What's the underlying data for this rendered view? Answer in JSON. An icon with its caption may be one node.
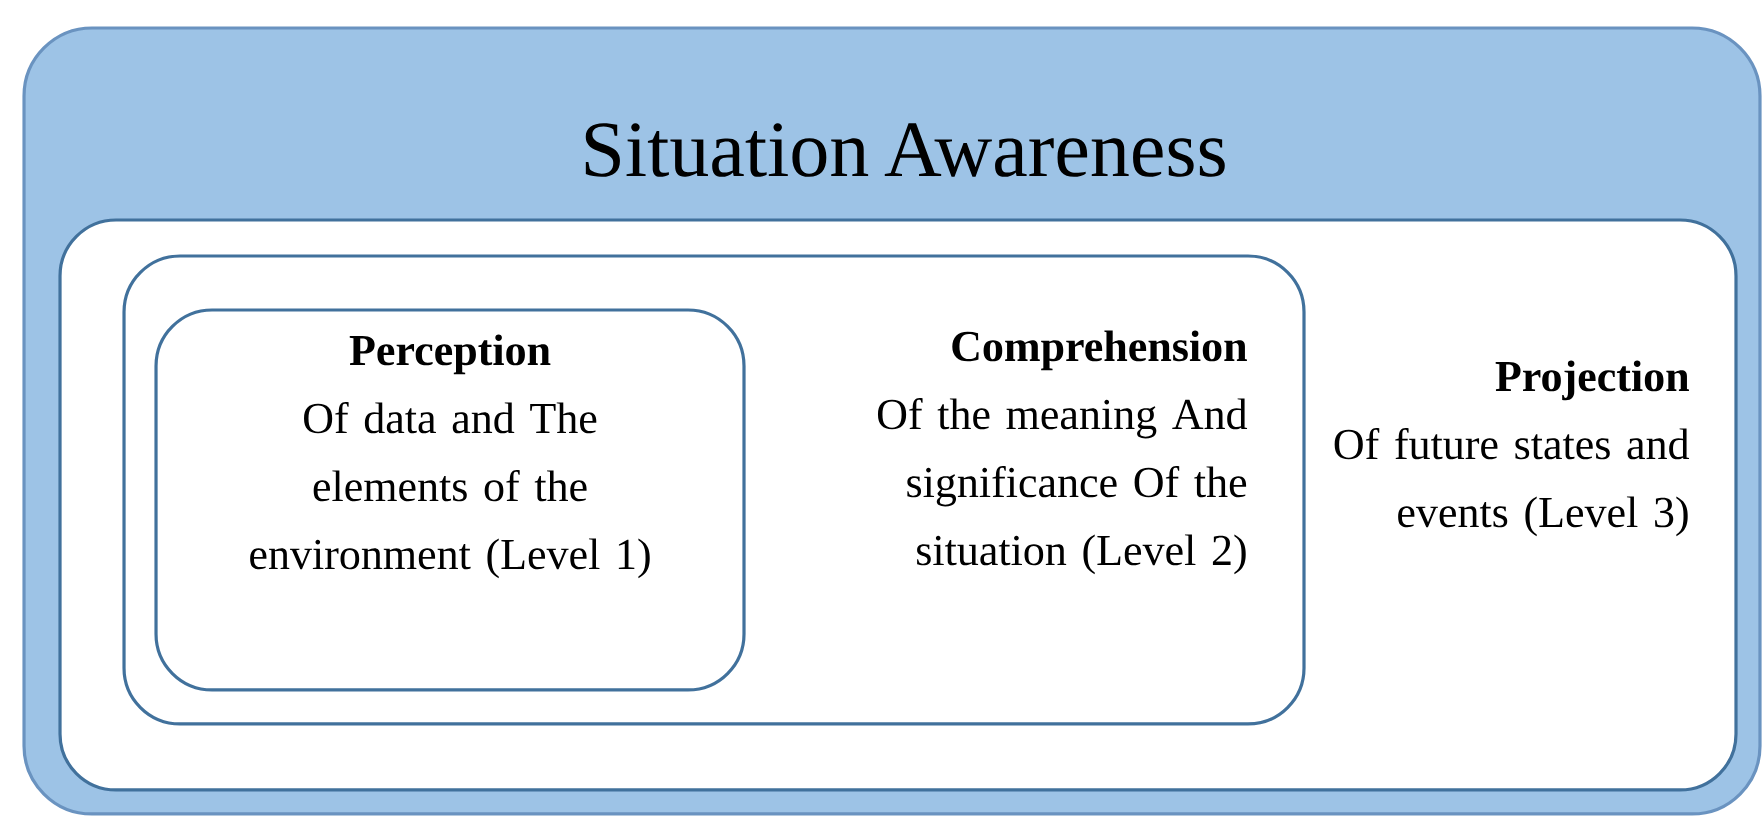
{
  "diagram": {
    "nodes": [
      {
        "text": [
          "Situation Awareness"
        ]
      },
      {
        "text": [
          "Projection",
          "Of future states and events (Level 3)"
        ],
        "in": 0
      },
      {
        "text": [
          "Comprehension",
          "Of the meaning And significance Of the situation (Level 2)"
        ],
        "in": 1
      },
      {
        "text": [
          "Perception",
          "Of data and The elements of the environment (Level 1)"
        ],
        "in": 2
      }
    ]
  }
}
